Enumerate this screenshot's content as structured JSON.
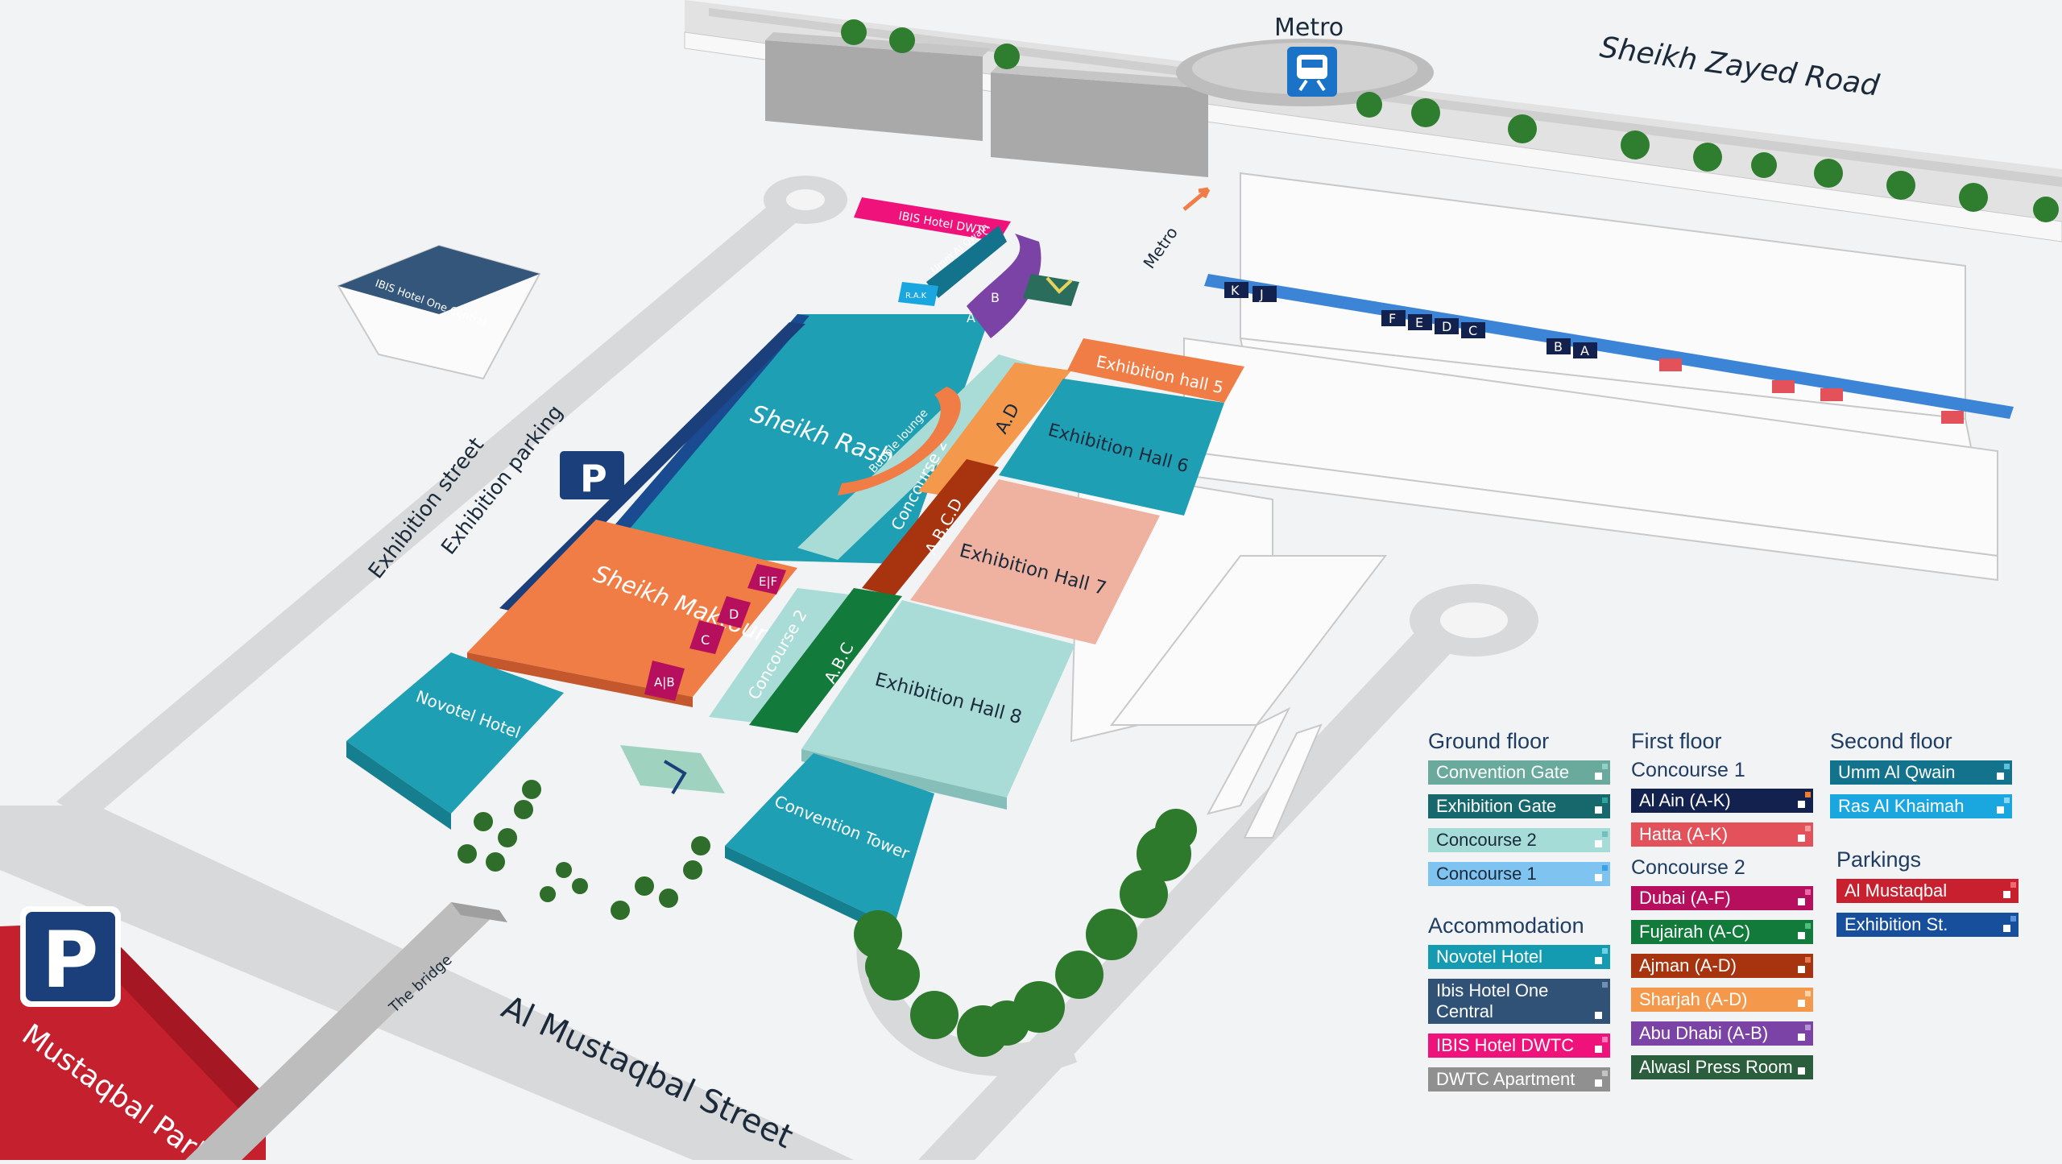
{
  "map": {
    "labels": {
      "metro": "Metro",
      "metro_entrance": "Metro",
      "sheikh_zayed_road": "Sheikh Zayed Road",
      "exhibition_street": "Exhibition street",
      "exhibition_parking": "Exhibition parking",
      "al_mustaqbal_street": "Al Mustaqbal Street",
      "the_bridge": "The bridge",
      "mustaqbal_parking": "Mustaqbal Parking",
      "ibis_one_central": "IBIS Hotel One Central",
      "ibis_dwtc": "IBIS Hotel DWTC",
      "umm_al_qwain": "Umm Al Qwain",
      "rak": "R.A.K",
      "sheikh_rashid_hall": "Sheikh Rashid Hall",
      "sheikh_maktoum_hall": "Sheikh Maktoum Hall",
      "novotel_hotel": "Novotel Hotel",
      "convention_tower": "Convention Tower",
      "exhibition_hall_5": "Exhibition hall 5",
      "exhibition_hall_6": "Exhibition Hall 6",
      "exhibition_hall_7": "Exhibition Hall 7",
      "exhibition_hall_8": "Exhibition Hall 8",
      "concourse_2": "Concourse 2",
      "bubble_lounge": "Bubble lounge",
      "ad": "A.D",
      "abcd": "A.B.C.D",
      "abc": "A.B.C",
      "parking_symbol": "P"
    },
    "gate_letters": {
      "hall_a": "A",
      "hall_b": "B",
      "maktoum_ab": "A|B",
      "maktoum_c": "C",
      "maktoum_d": "D",
      "maktoum_ef": "E|F",
      "k": "K",
      "j": "J",
      "f": "F",
      "e": "E",
      "d": "D",
      "c": "C",
      "b": "B",
      "a": "A"
    }
  },
  "legend": {
    "ground_floor": {
      "title": "Ground floor",
      "items": [
        {
          "label": "Convention Gate",
          "color": "#6aaa9c",
          "accent": "#8fd1c6"
        },
        {
          "label": "Exhibition Gate",
          "color": "#17686d",
          "accent": "#2ea49c"
        },
        {
          "label": "Concourse 2",
          "color": "#a6dcd8",
          "accent": "#6fc2bc"
        },
        {
          "label": "Concourse 1",
          "color": "#7fc4f1",
          "accent": "#3aa0e8"
        }
      ]
    },
    "accommodation": {
      "title": "Accommodation",
      "items": [
        {
          "label": "Novotel Hotel",
          "color": "#149bb1",
          "accent": "#6ad2e2"
        },
        {
          "label": "Ibis Hotel One Central",
          "color": "#2f5276",
          "accent": "#6f8fb4"
        },
        {
          "label": "IBIS Hotel DWTC",
          "color": "#f0127b",
          "accent": "#ff7bb8"
        },
        {
          "label": "DWTC Apartment",
          "color": "#909090",
          "accent": "#c4c4c4"
        }
      ]
    },
    "first_floor": {
      "title": "First floor",
      "concourse1_title": "Concourse 1",
      "concourse1": [
        {
          "label": "Al Ain (A-K)",
          "color": "#13214e",
          "accent": "#f27b2e"
        },
        {
          "label": "Hatta (A-K)",
          "color": "#e3525b",
          "accent": "#f59aa0"
        }
      ],
      "concourse2_title": "Concourse 2",
      "concourse2": [
        {
          "label": "Dubai (A-F)",
          "color": "#b60f5d",
          "accent": "#e86aa6"
        },
        {
          "label": "Fujairah (A-C)",
          "color": "#127a3a",
          "accent": "#4fc07a"
        },
        {
          "label": "Ajman (A-D)",
          "color": "#a8330f",
          "accent": "#e27a51"
        },
        {
          "label": "Sharjah (A-D)",
          "color": "#f4984b",
          "accent": "#ffd3a8"
        },
        {
          "label": "Abu Dhabi (A-B)",
          "color": "#7a43a5",
          "accent": "#b491d4"
        },
        {
          "label": "Alwasl Press Room",
          "color": "#2a5e3d",
          "accent": "#2a5e3d"
        }
      ]
    },
    "second_floor": {
      "title": "Second floor",
      "items": [
        {
          "label": "Umm Al Qwain",
          "color": "#13728c",
          "accent": "#58c2df"
        },
        {
          "label": "Ras Al Khaimah",
          "color": "#1aa7e0",
          "accent": "#8dd6f5"
        }
      ]
    },
    "parkings": {
      "title": "Parkings",
      "items": [
        {
          "label": "Al Mustaqbal",
          "color": "#c8202f",
          "accent": "#f06a72"
        },
        {
          "label": "Exhibition St.",
          "color": "#184f9c",
          "accent": "#5b92e0"
        }
      ]
    }
  },
  "colors": {
    "background": "#f2f3f4",
    "road": "#d6d7d8",
    "rashid": "#1f9fb4",
    "maktoum": "#ef7d45",
    "hall7": "#efb1a0",
    "hall8": "#a9dcd7",
    "hall6": "#1f9fb4",
    "hall5": "#ef7d45",
    "parking_red": "#c8202f",
    "parking_blue": "#1a3f7a",
    "concourse1": "#3b84d6",
    "tree": "#2f7d2f"
  },
  "icons": [
    "metro-train-icon",
    "parking-icon",
    "gate-arrow-icon",
    "tree-icon",
    "palm-icon"
  ]
}
